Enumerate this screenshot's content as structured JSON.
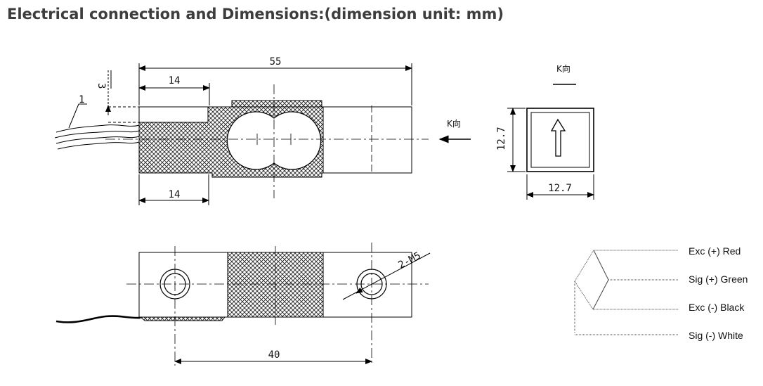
{
  "title": "Electrical connection and Dimensions:(dimension unit: mm)",
  "dimensions": {
    "overall_length": "55",
    "top_length": "14",
    "bottom_length": "14",
    "wire_offset": "3",
    "callout_wire": "1",
    "view_label": "K向",
    "view_label_side": "K向",
    "height": "12.7",
    "width": "12.7",
    "thread": "2-M5",
    "hole_spacing": "40"
  },
  "wires": [
    {
      "label": "Exc (+) Red",
      "color": "#cc0000"
    },
    {
      "label": "Sig (+) Green",
      "color": "#008800"
    },
    {
      "label": "Exc (-) Black",
      "color": "#000000"
    },
    {
      "label": "Sig (-) White",
      "color": "#ffffff"
    }
  ]
}
